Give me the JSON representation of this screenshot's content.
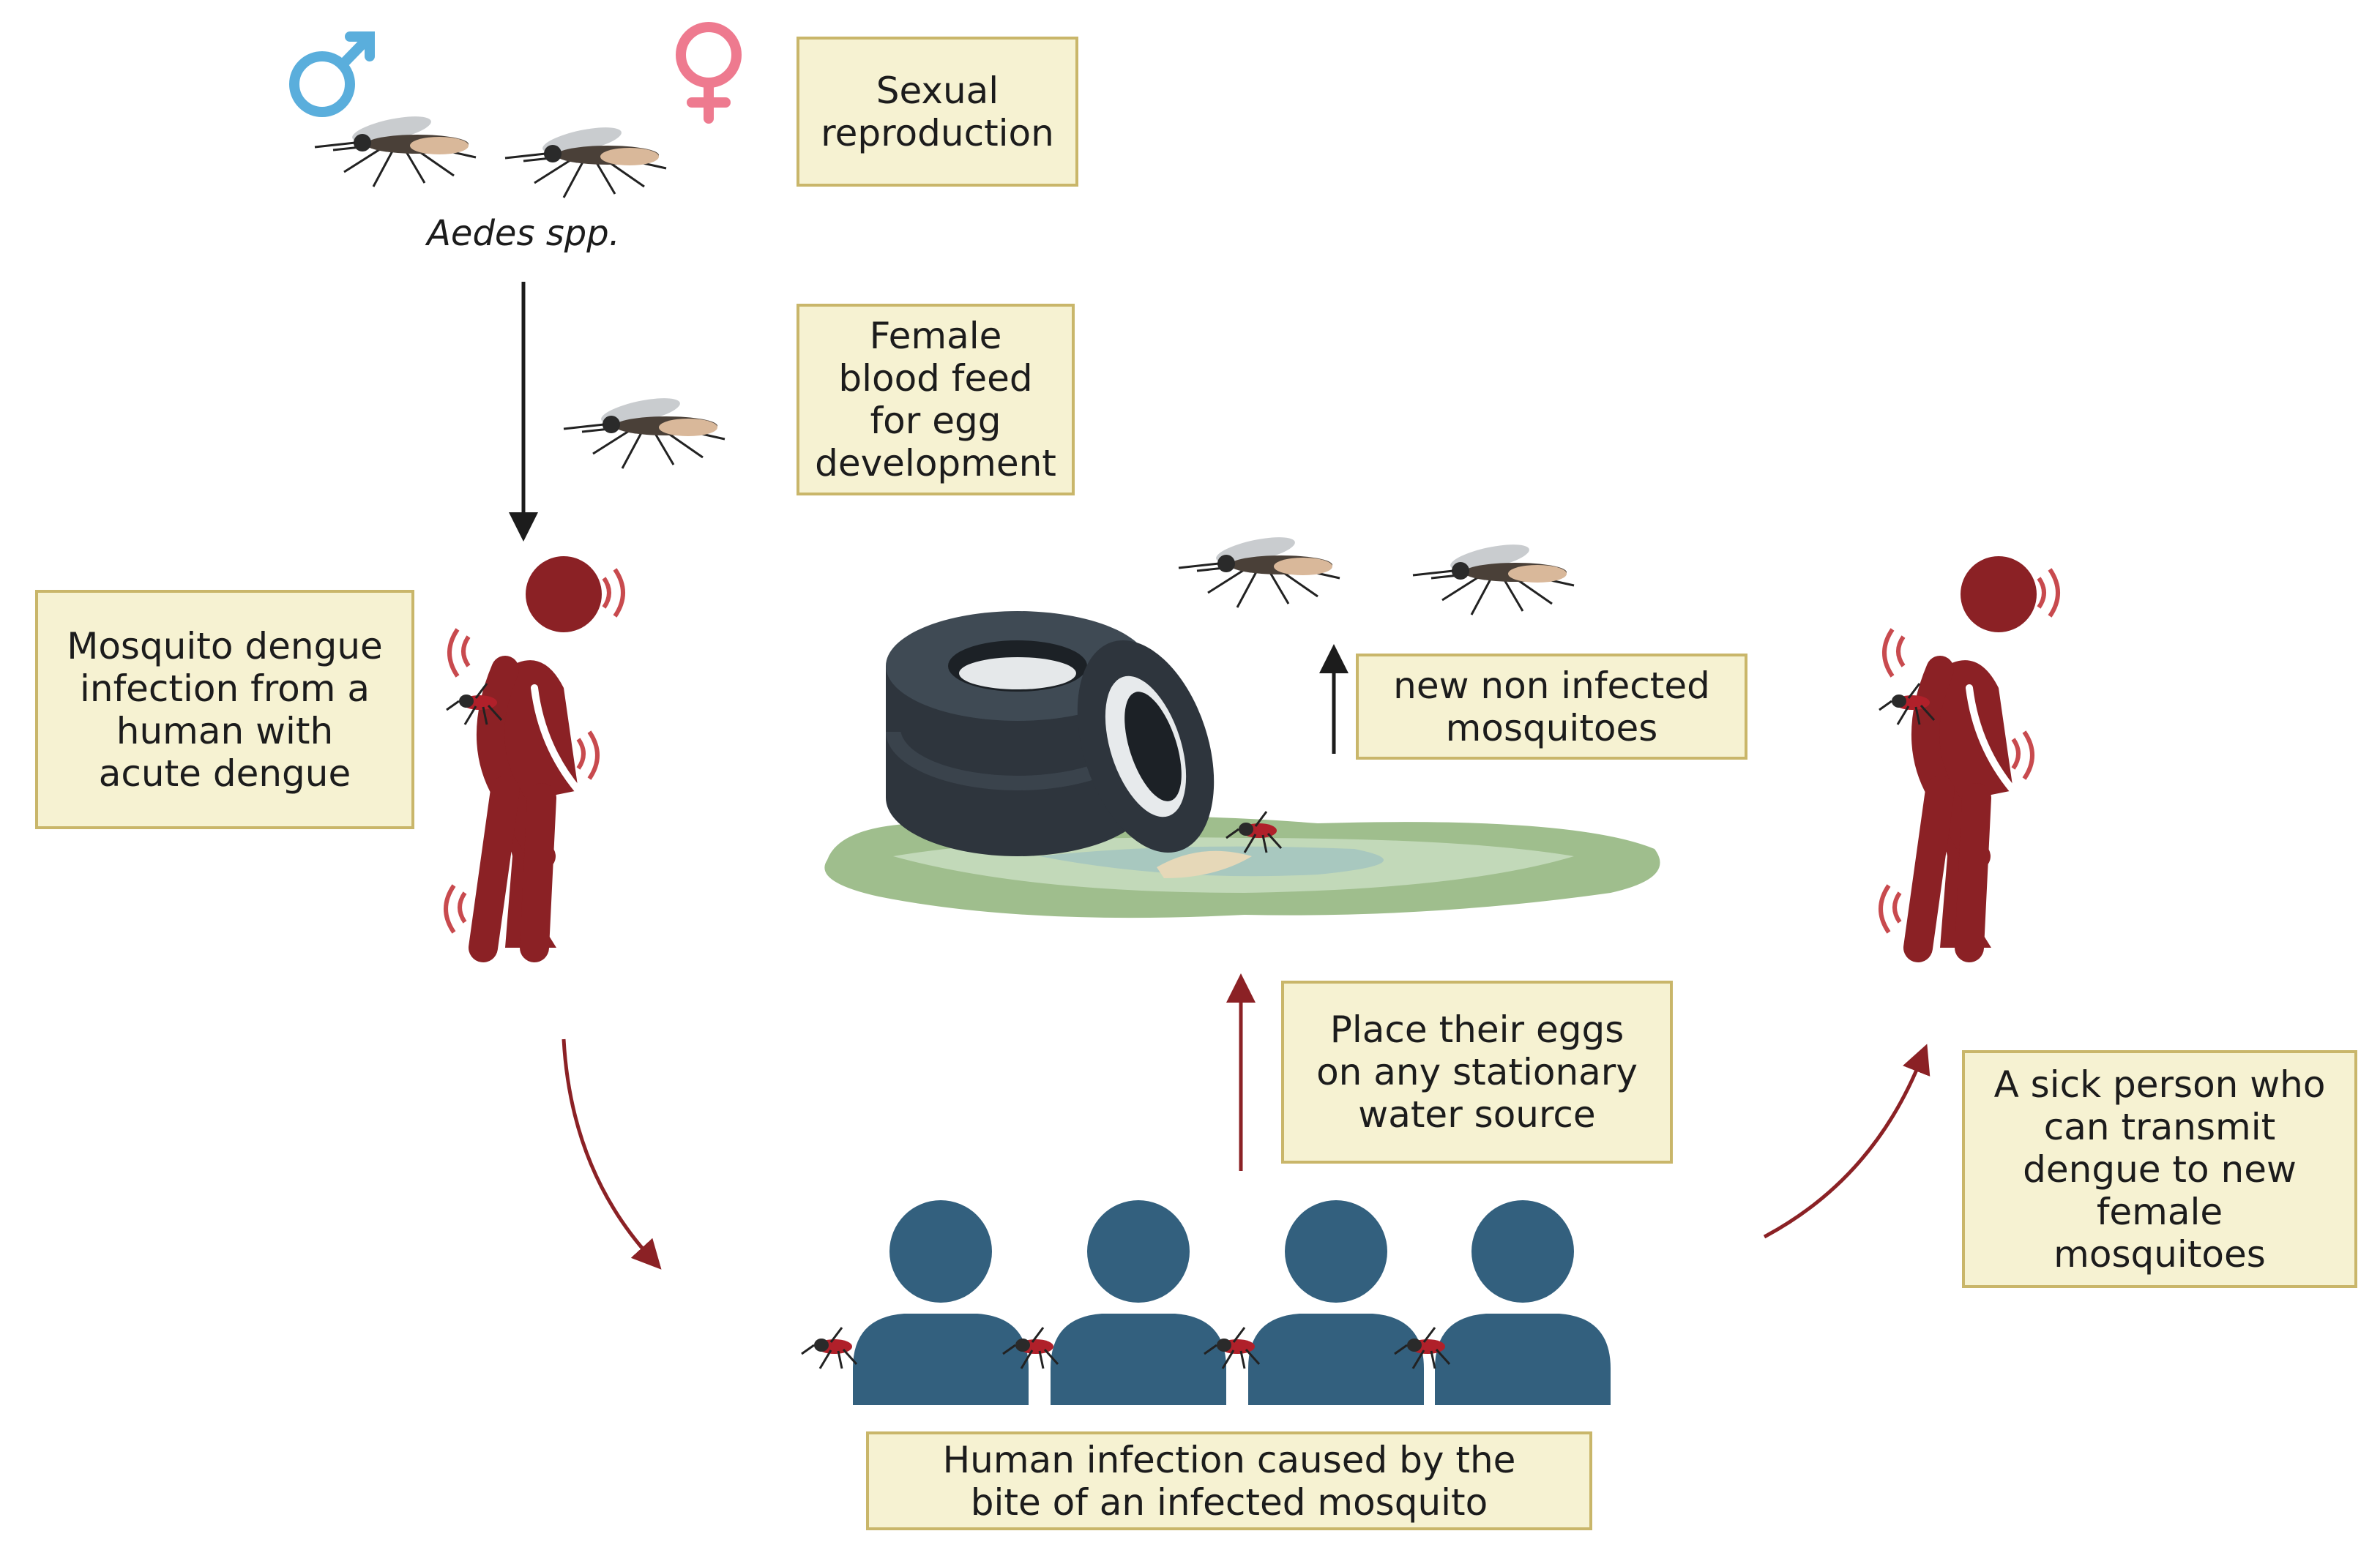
{
  "boxes": {
    "sexual_reproduction": "Sexual\nreproduction",
    "female_blood_feed": "Female\nblood feed\nfor egg\ndevelopment",
    "mosquito_infection": "Mosquito dengue\ninfection from a\nhuman with\nacute dengue",
    "new_non_infected": "new non infected\nmosquitoes",
    "place_eggs": "Place their eggs\non any stationary\nwater source",
    "sick_person": "A sick person who\ncan transmit\ndengue to new\nfemale\nmosquitoes",
    "human_infection": "Human infection caused by the\nbite of an infected mosquito"
  },
  "species_label": "Aedes spp.",
  "colors": {
    "box_fill": "#f6f2d2",
    "box_border": "#c9b66a",
    "male_symbol": "#5aaedc",
    "female_symbol": "#ee7a8f",
    "sick_person": "#8b2125",
    "people": "#33607e",
    "arrow_red": "#8b2125",
    "arrow_black": "#1c1c1c",
    "water": "#9fbe8d",
    "tire": "#2e353d"
  },
  "icons": [
    "male-symbol-icon",
    "female-symbol-icon",
    "mosquito-icon",
    "sick-person-icon",
    "person-icon",
    "tire-stack-icon",
    "water-puddle-icon"
  ]
}
